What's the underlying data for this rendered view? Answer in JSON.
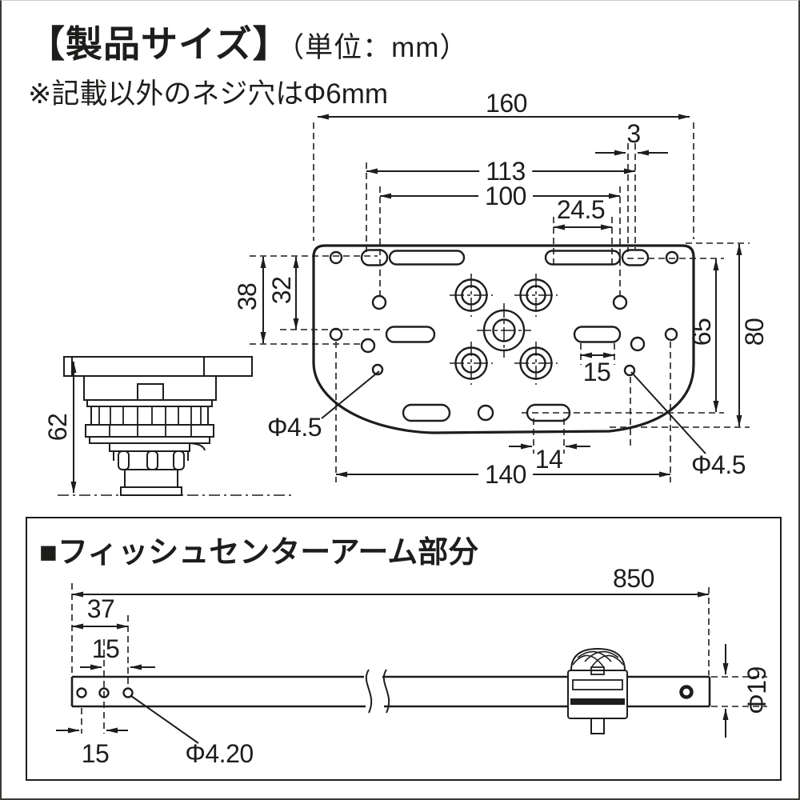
{
  "header": {
    "title": "【製品サイズ】",
    "unit": "（単位：mm）",
    "note": "※記載以外のネジ穴はΦ6mm"
  },
  "plate": {
    "dims": {
      "total_width": "160",
      "edge_offset": "3",
      "span_113": "113",
      "span_100": "100",
      "slot_24_5": "24.5",
      "left_38": "38",
      "left_32": "32",
      "right_65": "65",
      "right_80": "80",
      "slot_15": "15",
      "slot_14": "14",
      "bottom_140": "140",
      "hole_dia_left": "Φ4.5",
      "hole_dia_right": "Φ4.5"
    }
  },
  "side": {
    "dims": {
      "height_62": "62"
    }
  },
  "arm": {
    "title": "■フィッシュセンターアーム部分",
    "dims": {
      "total_850": "850",
      "end_37": "37",
      "pitch_15_top": "15",
      "pitch_15_bottom": "15",
      "hole_dia": "Φ4.20",
      "rod_dia": "Φ19"
    }
  },
  "colors": {
    "line": "#1d1d1b",
    "background": "#ffffff"
  }
}
